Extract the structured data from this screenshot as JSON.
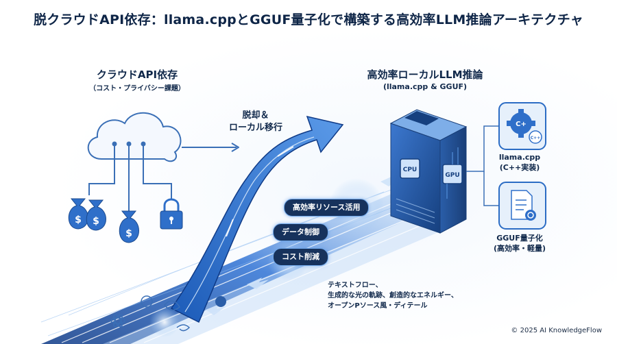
{
  "title": "脱クラウドAPI依存：llama.cppとGGUF量子化で構築する高効率LLM推論アーキテクチャ",
  "cloud": {
    "title": "クラウドAPI依存",
    "subtitle": "（コスト・プライバシー課題）"
  },
  "migration": {
    "line1": "脱却＆",
    "line2": "ローカル移行"
  },
  "local_llm": {
    "title": "高効率ローカルLLM推論",
    "subtitle": "(llama.cpp & GGUF)",
    "cpu_label": "CPU",
    "gpu_label": "GPU"
  },
  "llama": {
    "line1": "llama.cpp",
    "line2": "(C++実装)",
    "icon_text_1": "C+",
    "icon_text_2": "C++"
  },
  "gguf": {
    "line1": "GGUF量子化",
    "line2": "(高効率・軽量)"
  },
  "benefits": [
    "高効率リソース活用",
    "データ制御",
    "コスト削減"
  ],
  "notes": [
    "テキストフロー、",
    "生成的な光の軌跡、創造的なエネルギー、",
    "オープンPソース風・ディテール"
  ],
  "copyright": "© 2025 AI KnowledgeFlow",
  "colors": {
    "primary": "#2b6cc4",
    "dark": "#0e2547",
    "light": "#e6f0fb",
    "accent": "#4a9af0"
  }
}
